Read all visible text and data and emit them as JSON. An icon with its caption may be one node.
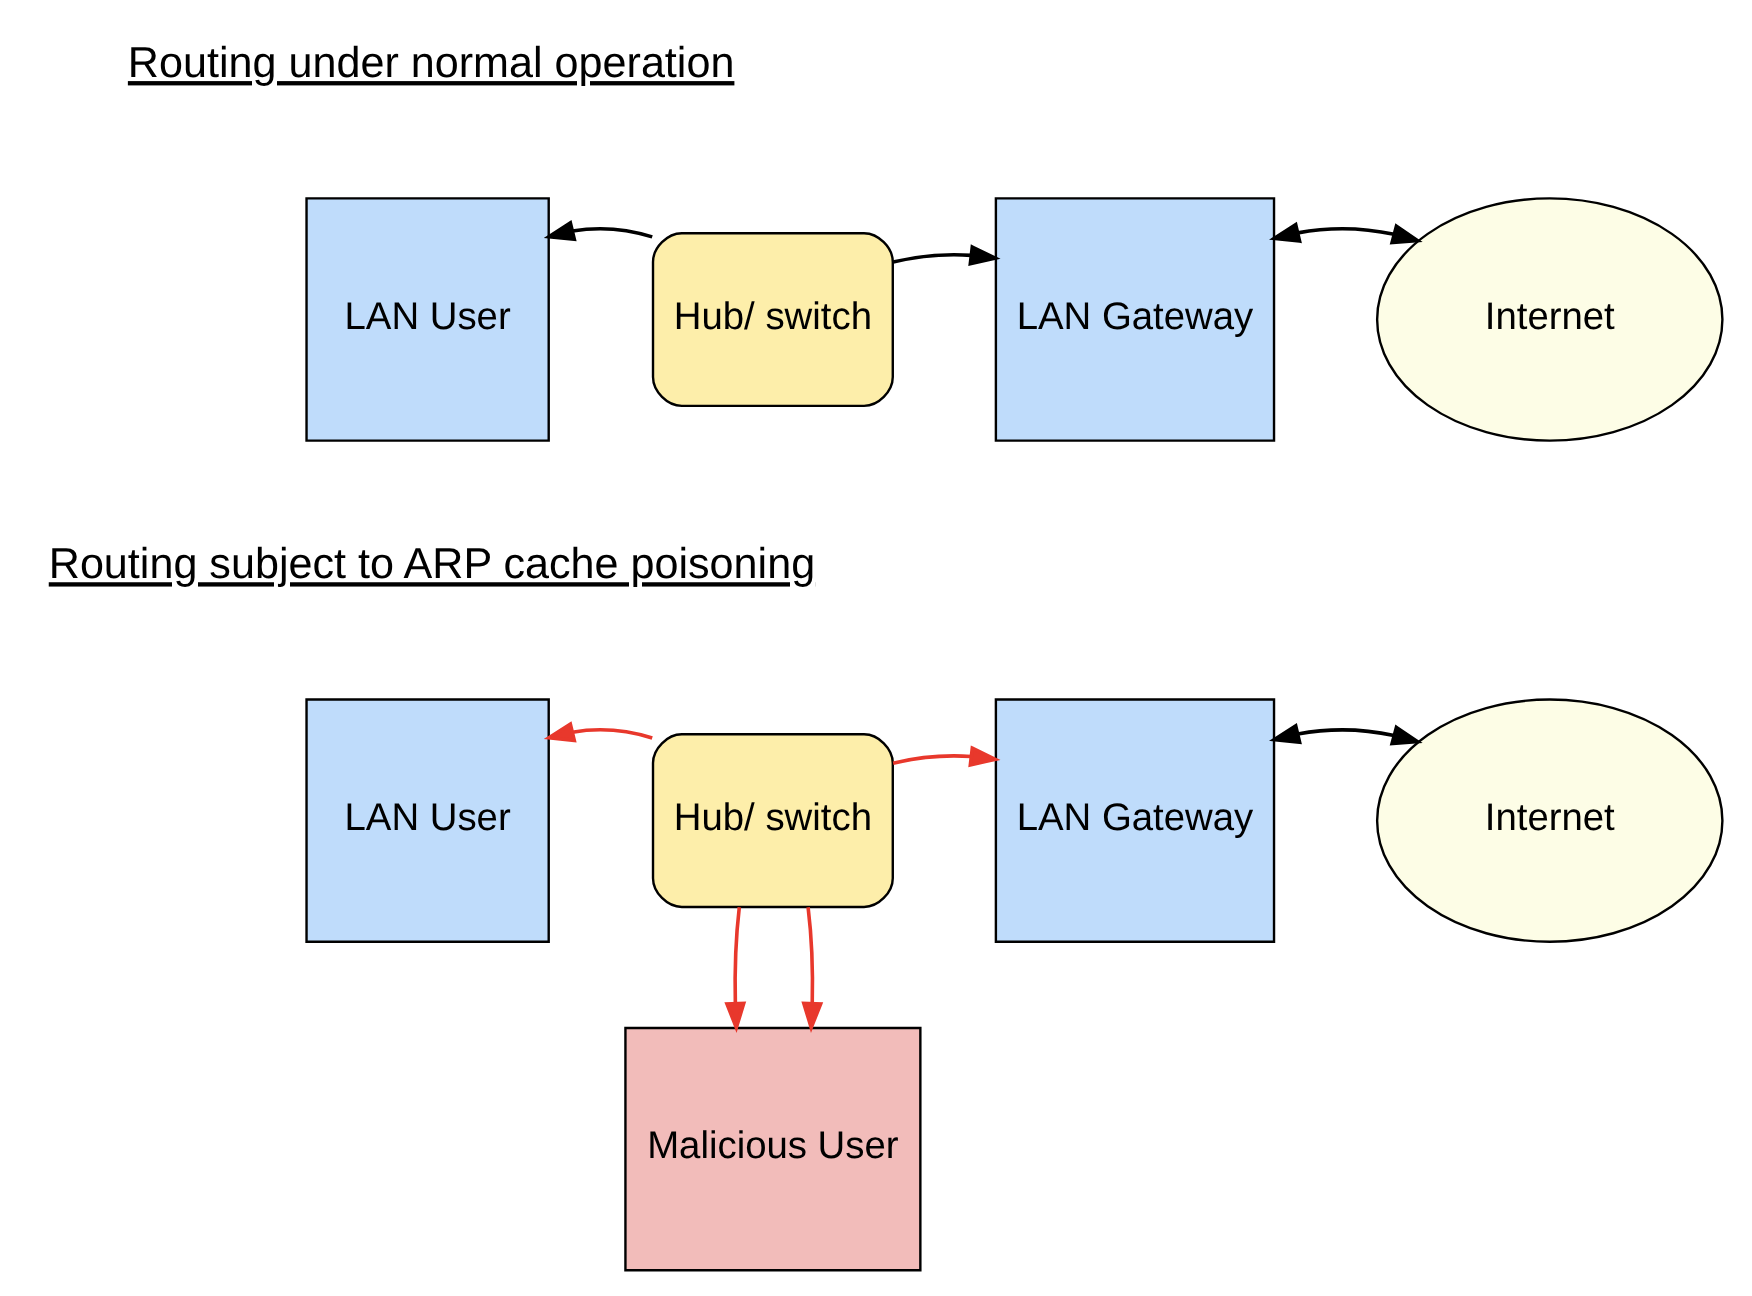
{
  "diagram": {
    "nodes": [
      {
        "text": [
          "LAN User"
        ]
      },
      {
        "text": [
          "Hub/ switch"
        ]
      },
      {
        "text": [
          "LAN Gateway"
        ]
      },
      {
        "text": [
          "Internet"
        ]
      },
      {
        "text": [
          "LAN User"
        ]
      },
      {
        "text": [
          "Hub/ switch"
        ]
      },
      {
        "text": [
          "LAN Gateway"
        ]
      },
      {
        "text": [
          "Internet"
        ]
      },
      {
        "text": [
          "Malicious User"
        ]
      }
    ],
    "edges": [
      {
        "from": 1,
        "to": 0,
        "arrow": "to"
      },
      {
        "from": 1,
        "to": 2,
        "arrow": "to"
      },
      {
        "from": 2,
        "to": 3,
        "arrow": "both"
      },
      {
        "from": 5,
        "to": 4,
        "arrow": "to",
        "color": "#e8382c"
      },
      {
        "from": 5,
        "to": 6,
        "arrow": "to",
        "color": "#e8382c"
      },
      {
        "from": 5,
        "to": 8,
        "arrow": "to",
        "color": "#e8382c"
      },
      {
        "from": 5,
        "to": 8,
        "arrow": "to",
        "color": "#e8382c"
      },
      {
        "from": 6,
        "to": 7,
        "arrow": "both"
      }
    ],
    "labels": [
      "Routing under normal operation",
      "Routing subject to ARP cache poisoning"
    ]
  }
}
